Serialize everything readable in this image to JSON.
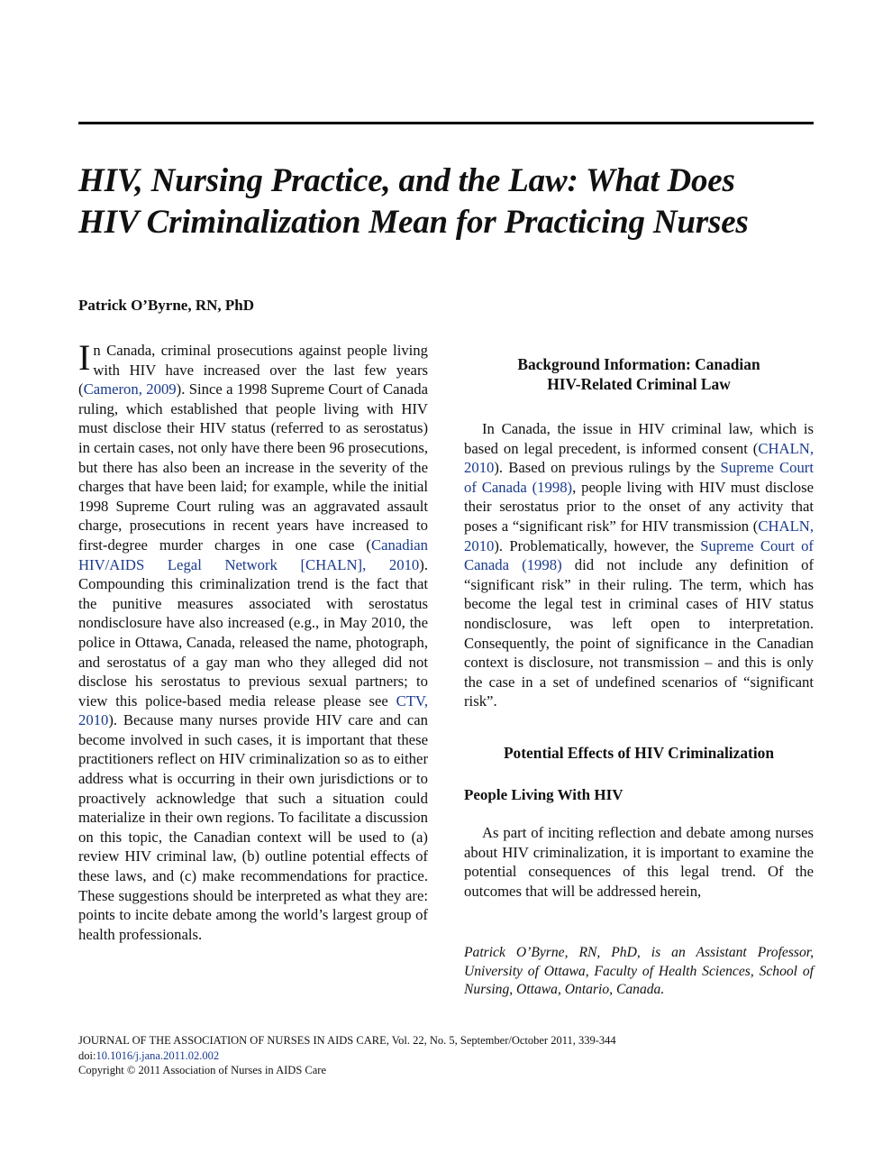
{
  "title_line1": "HIV, Nursing Practice, and the Law: What Does",
  "title_line2": "HIV Criminalization Mean for Practicing Nurses",
  "author": "Patrick O’Byrne, RN, PhD",
  "intro": {
    "dropcap": "I",
    "t1": "n Canada, criminal prosecutions against people living with HIV have increased over the last few years (",
    "r1": "Cameron, 2009",
    "t2": "). Since a 1998 Supreme Court of Canada ruling, which established that people living with HIV must disclose their HIV status (referred to as serostatus) in certain cases, not only have there been 96 prosecutions, but there has also been an increase in the severity of the charges that have been laid; for example, while the initial 1998 Supreme Court ruling was an aggravated assault charge, prosecutions in recent years have increased to first-degree murder charges in one case (",
    "r2": "Canadian HIV/AIDS Legal Network [CHALN], 2010",
    "t3": "). Compounding this criminalization trend is the fact that the punitive measures associated with serostatus nondisclosure have also increased (e.g., in May 2010, the police in Ottawa, Canada, released the name, photograph, and serostatus of a gay man who they alleged did not disclose his serostatus to previous sexual partners; to view this police-based media release please see ",
    "r3": "CTV, 2010",
    "t4": "). Because many nurses provide HIV care and can become involved in such cases, it is important that these practitioners reflect on HIV criminalization so as to either address what is occurring in their own jurisdictions or to proactively acknowledge that such a situation could materialize in their own regions. To facilitate a discussion on this topic, the Canadian context will be used to (a) review HIV criminal law, (b) outline potential effects of these laws, and (c) make recommendations for practice. These suggestions should be interpreted as what they are: points to incite debate among the world’s largest group of health professionals."
  },
  "section1": {
    "heading_line1": "Background Information: Canadian",
    "heading_line2": "HIV-Related Criminal Law",
    "t1": "In Canada, the issue in HIV criminal law, which is based on legal precedent, is informed consent (",
    "r1": "CHALN, 2010",
    "t2": "). Based on previous rulings by the ",
    "r2": "Supreme Court of Canada (1998)",
    "t3": ", people living with HIV must disclose their serostatus prior to the onset of any activity that poses a “significant risk” for HIV transmission (",
    "r3": "CHALN, 2010",
    "t4": "). Problematically, however, the ",
    "r4": "Supreme Court of Canada (1998)",
    "t5": " did not include any definition of “significant risk” in their ruling. The term, which has become the legal test in criminal cases of HIV status nondisclosure, was left open to interpretation. Consequently, the point of significance in the Canadian context is disclosure, not transmission – and this is only the case in a set of undefined scenarios of “significant risk”."
  },
  "section2": {
    "heading": "Potential Effects of HIV Criminalization",
    "subheading": "People Living With HIV",
    "text": "As part of inciting reflection and debate among nurses about HIV criminalization, it is important to examine the potential consequences of this legal trend. Of the outcomes that will be addressed herein,"
  },
  "affiliation": "Patrick O’Byrne, RN, PhD, is an Assistant Professor, University of Ottawa, Faculty of Health Sciences, School of Nursing, Ottawa, Ontario, Canada.",
  "footer": {
    "journal": "JOURNAL OF THE ASSOCIATION OF NURSES IN AIDS CARE, Vol. 22, No. 5, September/October 2011, 339-344",
    "doi_prefix": "doi:",
    "doi": "10.1016/j.jana.2011.02.002",
    "copyright": "Copyright © 2011 Association of Nurses in AIDS Care"
  },
  "colors": {
    "link": "#1a3a8c",
    "text": "#111111"
  }
}
